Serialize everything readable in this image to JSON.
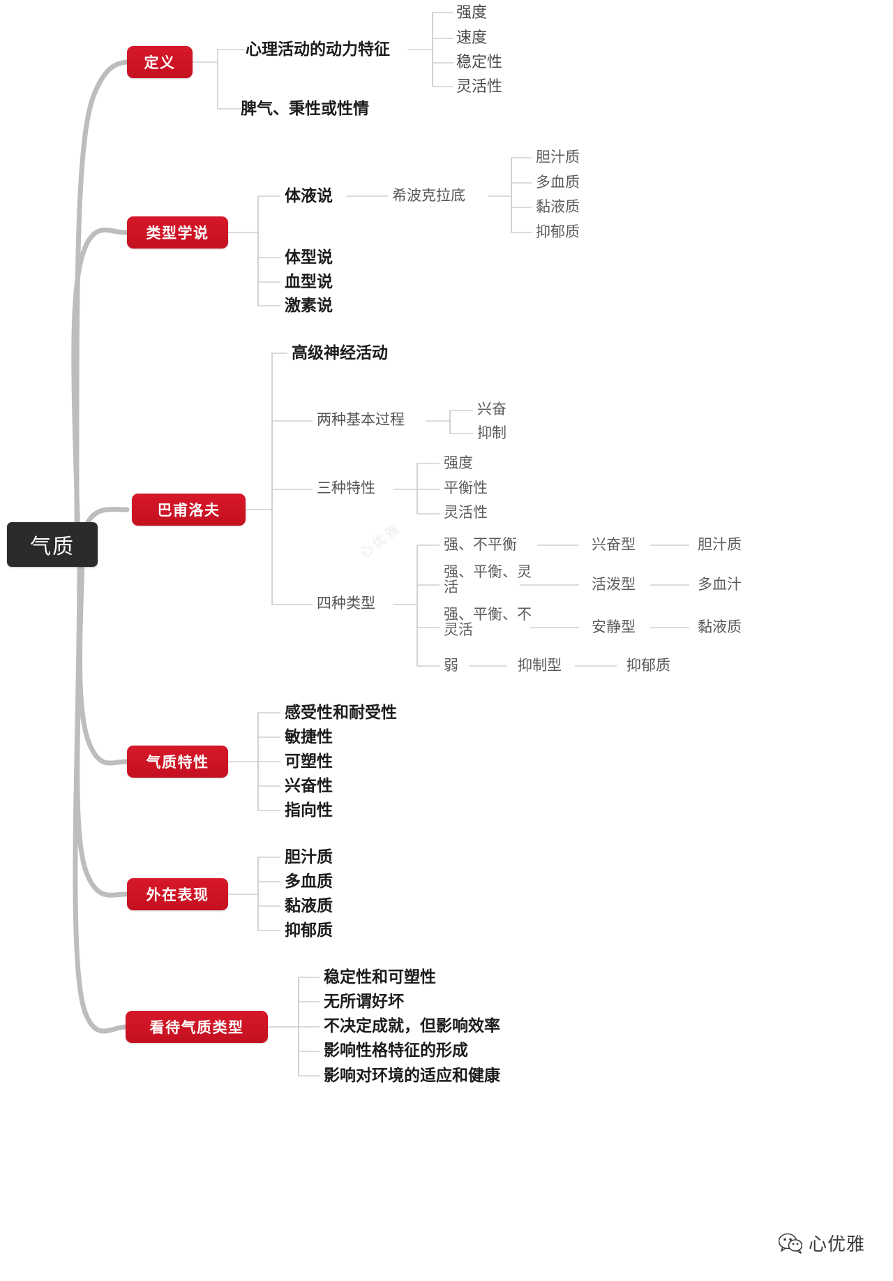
{
  "root": {
    "label": "气质"
  },
  "branches": [
    {
      "id": "definition",
      "label": "定义",
      "children": [
        {
          "label": "心理活动的动力特征",
          "children": [
            {
              "label": "强度"
            },
            {
              "label": "速度"
            },
            {
              "label": "稳定性"
            },
            {
              "label": "灵活性"
            }
          ]
        },
        {
          "label": "脾气、秉性或性情"
        }
      ]
    },
    {
      "id": "type-theories",
      "label": "类型学说",
      "children": [
        {
          "label": "体液说",
          "children": [
            {
              "label": "希波克拉底",
              "children": [
                {
                  "label": "胆汁质"
                },
                {
                  "label": "多血质"
                },
                {
                  "label": "黏液质"
                },
                {
                  "label": "抑郁质"
                }
              ]
            }
          ]
        },
        {
          "label": "体型说"
        },
        {
          "label": "血型说"
        },
        {
          "label": "激素说"
        }
      ]
    },
    {
      "id": "pavlov",
      "label": "巴甫洛夫",
      "children": [
        {
          "label": "高级神经活动"
        },
        {
          "label": "两种基本过程",
          "children": [
            {
              "label": "兴奋"
            },
            {
              "label": "抑制"
            }
          ]
        },
        {
          "label": "三种特性",
          "children": [
            {
              "label": "强度"
            },
            {
              "label": "平衡性"
            },
            {
              "label": "灵活性"
            }
          ]
        },
        {
          "label": "四种类型",
          "children": [
            {
              "label": "强、不平衡",
              "type": "兴奋型",
              "temperament": "胆汁质"
            },
            {
              "label": "强、平衡、灵活",
              "type": "活泼型",
              "temperament": "多血汁"
            },
            {
              "label": "强、平衡、不灵活",
              "type": "安静型",
              "temperament": "黏液质"
            },
            {
              "label": "弱",
              "type": "抑制型",
              "temperament": "抑郁质"
            }
          ]
        }
      ]
    },
    {
      "id": "traits",
      "label": "气质特性",
      "children": [
        {
          "label": "感受性和耐受性"
        },
        {
          "label": "敏捷性"
        },
        {
          "label": "可塑性"
        },
        {
          "label": "兴奋性"
        },
        {
          "label": "指向性"
        }
      ]
    },
    {
      "id": "manifestation",
      "label": "外在表现",
      "children": [
        {
          "label": "胆汁质"
        },
        {
          "label": "多血质"
        },
        {
          "label": "黏液质"
        },
        {
          "label": "抑郁质"
        }
      ]
    },
    {
      "id": "view-types",
      "label": "看待气质类型",
      "children": [
        {
          "label": "稳定性和可塑性"
        },
        {
          "label": "无所谓好坏"
        },
        {
          "label": "不决定成就，但影响效率"
        },
        {
          "label": "影响性格特征的形成"
        },
        {
          "label": "影响对环境的适应和健康"
        }
      ]
    }
  ],
  "watermark": {
    "diagonal": "心优雅",
    "account": "心优雅"
  },
  "colors": {
    "root_bg": "#2b2b2b",
    "branch_bg": "#d11423",
    "connector": "#c9c9c9",
    "trunk": "#bdbdbd",
    "text_dark": "#1c1c1c",
    "text_mid": "#4a4a4a",
    "text_light": "#656565"
  }
}
